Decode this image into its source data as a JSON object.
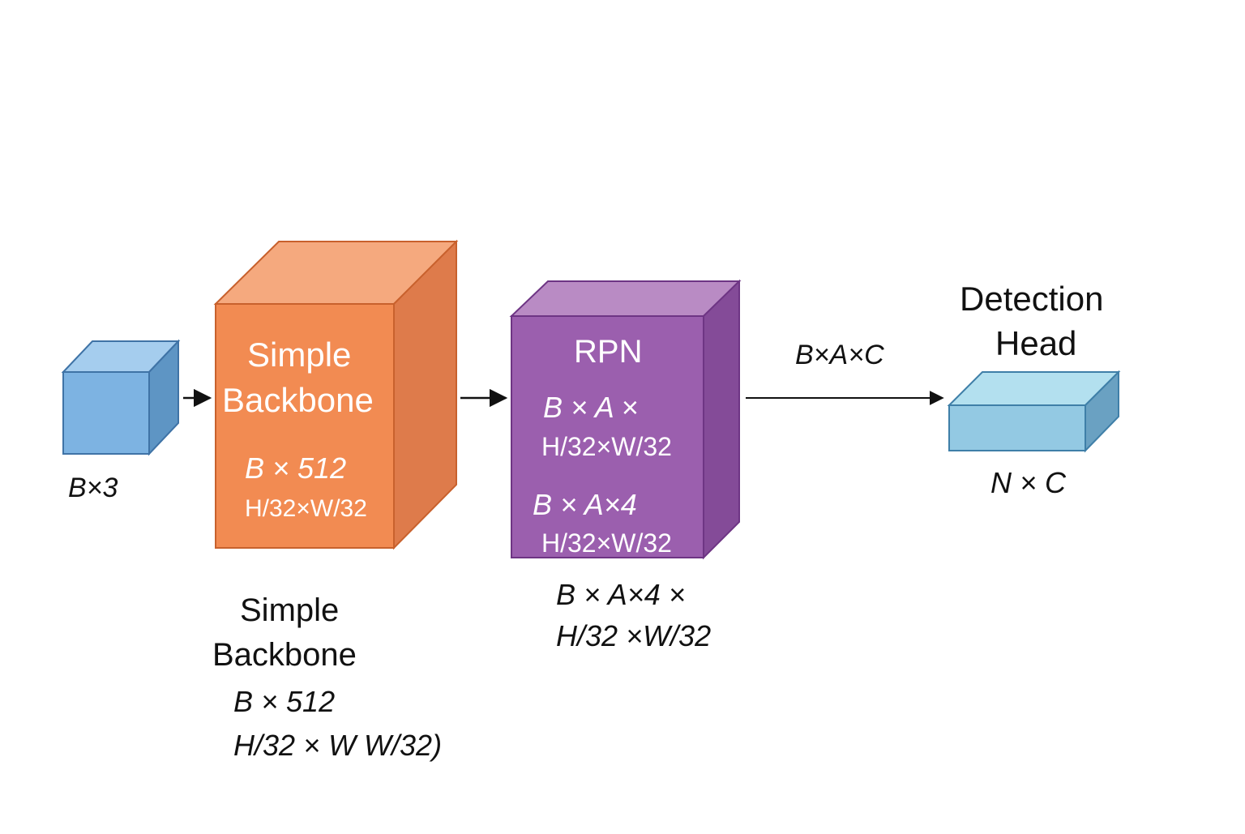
{
  "colors": {
    "input_front": "#7db3e2",
    "input_top": "#a5cdee",
    "input_side": "#5e95c4",
    "input_edge": "#3f73a6",
    "backbone_front": "#f28b52",
    "backbone_top": "#f5a97e",
    "backbone_side": "#de7b4b",
    "backbone_edge": "#c8612d",
    "rpn_front": "#9b5fae",
    "rpn_top": "#b98bc4",
    "rpn_side": "#844b98",
    "rpn_edge": "#6e3584",
    "head_front": "#93c9e3",
    "head_top": "#b3e0ef",
    "head_side": "#6aa1c2",
    "head_edge": "#3f7fa8",
    "arrow": "#111111"
  },
  "input_block": {
    "label": "B×3"
  },
  "backbone_block": {
    "title_line1": "Simple",
    "title_line2": "Backbone",
    "shape_line1": "B × 512",
    "shape_line2": "H/32×W/32"
  },
  "rpn_block": {
    "title": "RPN",
    "cls_line1": "B × A ×",
    "cls_line2": "H/32×W/32",
    "reg_line1": "B × A×4",
    "reg_line2": "H/32×W/32"
  },
  "rpn_caption": {
    "line1": "B × A×4 ×",
    "line2": "H/32 ×W/32"
  },
  "backbone_caption": {
    "title_line1": "Simple",
    "title_line2": "Backbone",
    "shape_line1": "B × 512",
    "shape_line2": "H/32 × W W/32)"
  },
  "arrow_label": "B×A×C",
  "head_block": {
    "title_line1": "Detection",
    "title_line2": "Head",
    "label": "N × C"
  }
}
